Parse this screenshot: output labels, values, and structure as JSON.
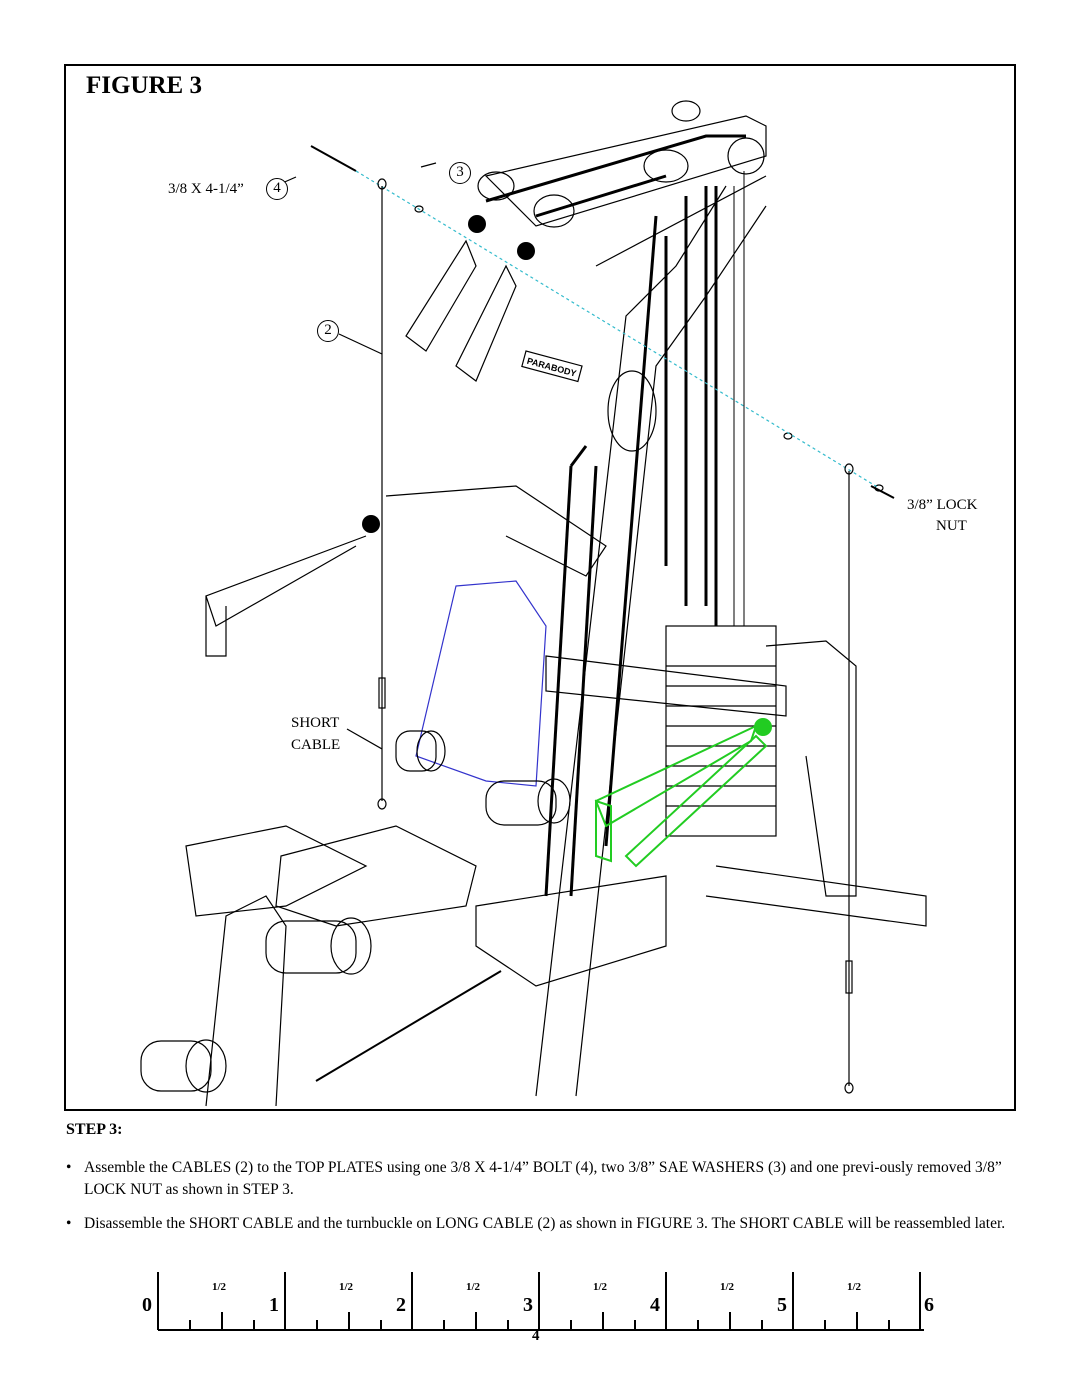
{
  "figure": {
    "title": "FIGURE 3",
    "labels": {
      "bolt": "3/8 X 4-1/4”",
      "lock_nut_line1": "3/8” LOCK",
      "lock_nut_line2": "NUT",
      "short_cable_line1": "SHORT",
      "short_cable_line2": "CABLE"
    },
    "callouts": {
      "bolt_number": "4",
      "washer_number": "3",
      "cable_number": "2"
    },
    "brand_plate": "PARABODY"
  },
  "step": {
    "heading": "STEP 3:",
    "bullets": [
      "Assemble the CABLES (2) to the TOP PLATES using one 3/8 X 4-1/4” BOLT (4), two 3/8” SAE WASHERS (3) and one previ-ously removed 3/8” LOCK NUT as shown in STEP 3.",
      "Disassemble the SHORT CABLE and the turnbuckle on LONG CABLE (2) as shown in FIGURE 3. The SHORT CABLE will be reassembled later."
    ],
    "bullet_symbol": "•"
  },
  "ruler": {
    "inches": [
      "0",
      "1",
      "2",
      "3",
      "4",
      "5",
      "6"
    ],
    "half_label": "1/2",
    "page_number": "4"
  },
  "colors": {
    "highlight_green": "#22cc22",
    "blue_outline": "#3333cc",
    "cyan_dash": "#33bbcc"
  }
}
